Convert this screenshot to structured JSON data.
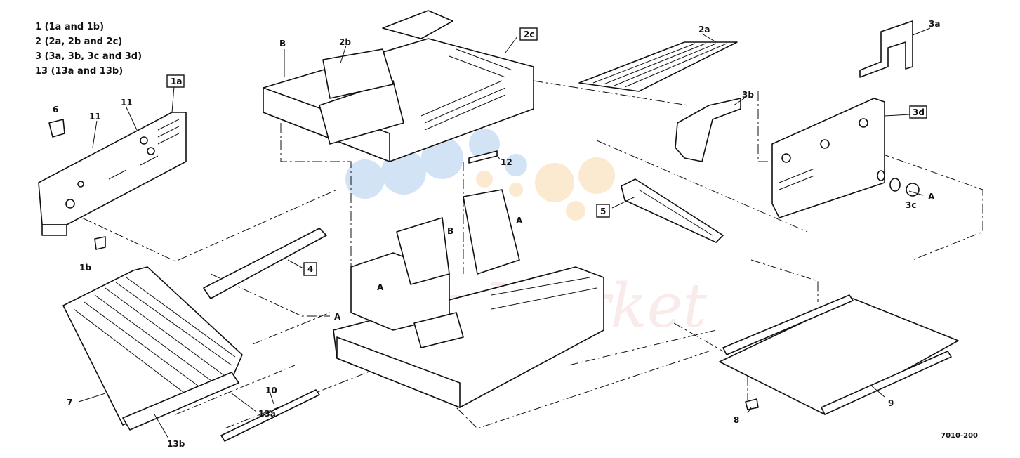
{
  "legend": [
    "1 (1a and 1b)",
    "2 (2a, 2b and 2c)",
    "3 (3a, 3b, 3c and 3d)",
    "13 (13a and 13b)"
  ],
  "figure_code": "7010-200",
  "callouts": {
    "p1a": "1a",
    "p1b": "1b",
    "p2a": "2a",
    "p2b": "2b",
    "p2c": "2c",
    "p3a": "3a",
    "p3b": "3b",
    "p3c": "3c",
    "p3d": "3d",
    "p4": "4",
    "p5": "5",
    "p6": "6",
    "p7": "7",
    "p8": "8",
    "p9": "9",
    "p10": "10",
    "p11a": "11",
    "p11b": "11",
    "p12": "12",
    "p13a": "13a",
    "p13b": "13b",
    "refB1": "B",
    "refB2": "B",
    "refA1": "A",
    "refA2": "A",
    "refA3": "A",
    "refA4": "A"
  },
  "watermark": "Ink-Market"
}
